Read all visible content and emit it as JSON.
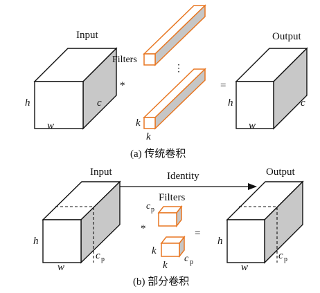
{
  "panel_a": {
    "input_label": "Input",
    "output_label": "Output",
    "filters_label": "Filters",
    "star": "*",
    "equals": "=",
    "vdots": "⋮",
    "h": "h",
    "w": "w",
    "c": "c",
    "k": "k",
    "caption": "(a) 传统卷积"
  },
  "panel_b": {
    "input_label": "Input",
    "output_label": "Output",
    "filters_label": "Filters",
    "identity_label": "Identity",
    "star": "*",
    "equals": "=",
    "h": "h",
    "w": "w",
    "c": "c",
    "p": "p",
    "k": "k",
    "caption": "(b) 部分卷积"
  }
}
